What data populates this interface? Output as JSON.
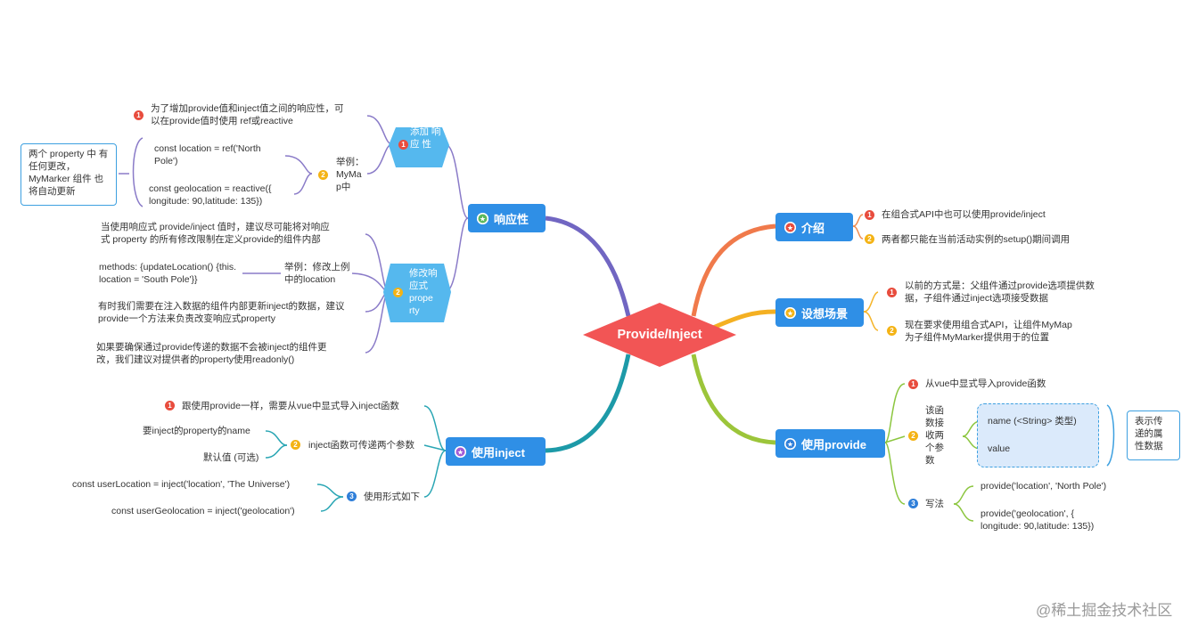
{
  "center": {
    "label": "Provide/Inject"
  },
  "branches": {
    "intro": {
      "title": "介绍",
      "items": [
        "在组合式API中也可以使用provide/inject",
        "两者都只能在当前活动实例的setup()期间调用"
      ]
    },
    "scenario": {
      "title": "设想场景",
      "items": [
        "以前的方式是：父组件通过provide选项提供数\n据，子组件通过inject选项接受数据",
        "现在要求使用组合式API，让组件MyMap\n为子组件MyMarker提供用于的位置"
      ]
    },
    "provide": {
      "title": "使用provide",
      "item1": "从vue中显式导入provide函数",
      "item2": "该函\n数接\n收两\n个参\n数",
      "params": [
        "name (<String> 类型)",
        "value"
      ],
      "params_note": "表示传\n递的属\n性数据",
      "item3": "写法",
      "examples": [
        "provide('location', 'North Pole')",
        "provide('geolocation', {\nlongitude: 90,latitude: 135})"
      ]
    },
    "reactive": {
      "title": "响应性",
      "sub1": {
        "label": "添加\n响应\n性",
        "desc": "为了增加provide值和inject值之间的响应性，可\n以在provide值时使用 ref或reactive",
        "example_label": "举例：\nMyMa\np中",
        "code1": "const location = ref('North\nPole')",
        "code2": "const geolocation = reactive({\nlongitude: 90,latitude: 135})",
        "note": "两个 property 中\n有任何更改，\nMyMarker 组件\n也将自动更新"
      },
      "sub2": {
        "label": "修改响\n应式\nprope\nrty",
        "item1": "当使用响应式 provide/inject 值时，建议尽可能将对响应\n式 property 的所有修改限制在定义provide的组件内部",
        "example_label": "举例：修改上例\n中的location",
        "example_code": "methods: {updateLocation() {this.\nlocation = 'South Pole'}}",
        "item2": "有时我们需要在注入数据的组件内部更新inject的数据，建议\nprovide一个方法来负责改变响应式property",
        "item3": "如果要确保通过provide传递的数据不会被inject的组件更\n改，我们建议对提供者的property使用readonly()"
      }
    },
    "inject": {
      "title": "使用inject",
      "item1": "跟使用provide一样，需要从vue中显式导入inject函数",
      "item2": "inject函数可传递两个参数",
      "params": [
        "要inject的property的name",
        "默认值 (可选)"
      ],
      "item3": "使用形式如下",
      "examples": [
        "const userLocation = inject('location', 'The Universe')",
        "const userGeolocation = inject('geolocation')"
      ]
    }
  },
  "watermark": "@稀土掘金技术社区",
  "colors": {
    "topic": "#2f8fe6",
    "center": "#f25555",
    "sub_hex": "#55b8ee",
    "to_intro": "#f07a4b",
    "to_scenario": "#f4b022",
    "to_provide": "#9cc53a",
    "to_reactive": "#7166c2",
    "to_inject": "#1d9aa8",
    "reactive_lines": "#8a7bc8",
    "provide_lines": "#8cc63f",
    "intro_lines": "#f08c4f",
    "scenario_lines": "#f5b52a",
    "inject_lines": "#2aa6b4"
  }
}
